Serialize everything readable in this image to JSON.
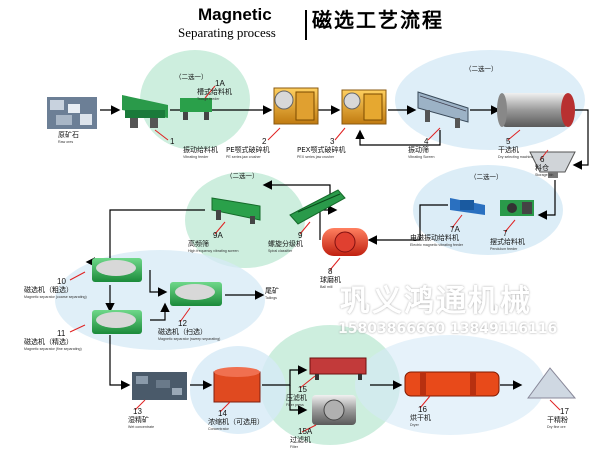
{
  "title": {
    "en_line1": "Magnetic",
    "en_line2": "Separating process",
    "cn": "磁选工艺流程"
  },
  "watermark": {
    "brand": "巩义鸿通机械",
    "phones": "15803866660  13849116116"
  },
  "colors": {
    "flow_line": "#000000",
    "arrow_red": "#e02020",
    "bubble_green": "#c8ecdc",
    "bubble_blue": "#d8eaf6",
    "crusher_orange": "#e8a020"
  },
  "option_labels": {
    "either1": "（二选一）",
    "either2": "（二选一）",
    "either3": "（二选一）",
    "either4": "（二选一）"
  },
  "steps": [
    {
      "id": "ore",
      "num": "",
      "cn": "原矿石",
      "en": "Raw ores"
    },
    {
      "id": "1",
      "num": "1",
      "cn": "振动给料机",
      "en": "Vibrating feeder"
    },
    {
      "id": "1A",
      "num": "1A",
      "cn": "槽式给料机",
      "en": "Trough feeder"
    },
    {
      "id": "2",
      "num": "2",
      "cn": "PE颚式破碎机",
      "en": "PE series jaw crusher"
    },
    {
      "id": "3",
      "num": "3",
      "cn": "PEX颚式破碎机",
      "en": "PEX series jaw crusher"
    },
    {
      "id": "4",
      "num": "4",
      "cn": "振动筛",
      "en": "Vibrating Screen"
    },
    {
      "id": "5",
      "num": "5",
      "cn": "干选机",
      "en": "Dry selecting machine"
    },
    {
      "id": "6",
      "num": "6",
      "cn": "料仓",
      "en": "Storage bin"
    },
    {
      "id": "7",
      "num": "7",
      "cn": "摆式给料机",
      "en": "Pendulum feeder"
    },
    {
      "id": "7A",
      "num": "7A",
      "cn": "电磁振动给料机",
      "en": "Electric magnetic vibrating feeder"
    },
    {
      "id": "8",
      "num": "8",
      "cn": "球磨机",
      "en": "Ball mill"
    },
    {
      "id": "9",
      "num": "9",
      "cn": "螺旋分级机",
      "en": "Spiral classifier"
    },
    {
      "id": "9A",
      "num": "9A",
      "cn": "高频筛",
      "en": "High frequency vibrating screen"
    },
    {
      "id": "10",
      "num": "10",
      "cn": "磁选机（粗选）",
      "en": "Magnetic separator (coarse separating)"
    },
    {
      "id": "11",
      "num": "11",
      "cn": "磁选机（精选）",
      "en": "Magnetic separator (fine separating)"
    },
    {
      "id": "12",
      "num": "12",
      "cn": "磁选机（扫选）",
      "en": "Magnetic separator (sweep separating)"
    },
    {
      "id": "tail",
      "num": "",
      "cn": "尾矿",
      "en": "Tailings"
    },
    {
      "id": "13",
      "num": "13",
      "cn": "湿精矿",
      "en": "Wet concentrate"
    },
    {
      "id": "14",
      "num": "14",
      "cn": "浓缩机（可选用）",
      "en": "Concentrator"
    },
    {
      "id": "15",
      "num": "15",
      "cn": "压滤机",
      "en": "Filter press"
    },
    {
      "id": "15A",
      "num": "15A",
      "cn": "过滤机",
      "en": "Filter"
    },
    {
      "id": "16",
      "num": "16",
      "cn": "烘干机",
      "en": "Dryer"
    },
    {
      "id": "17",
      "num": "17",
      "cn": "干精粉",
      "en": "Dry fine ore"
    }
  ]
}
